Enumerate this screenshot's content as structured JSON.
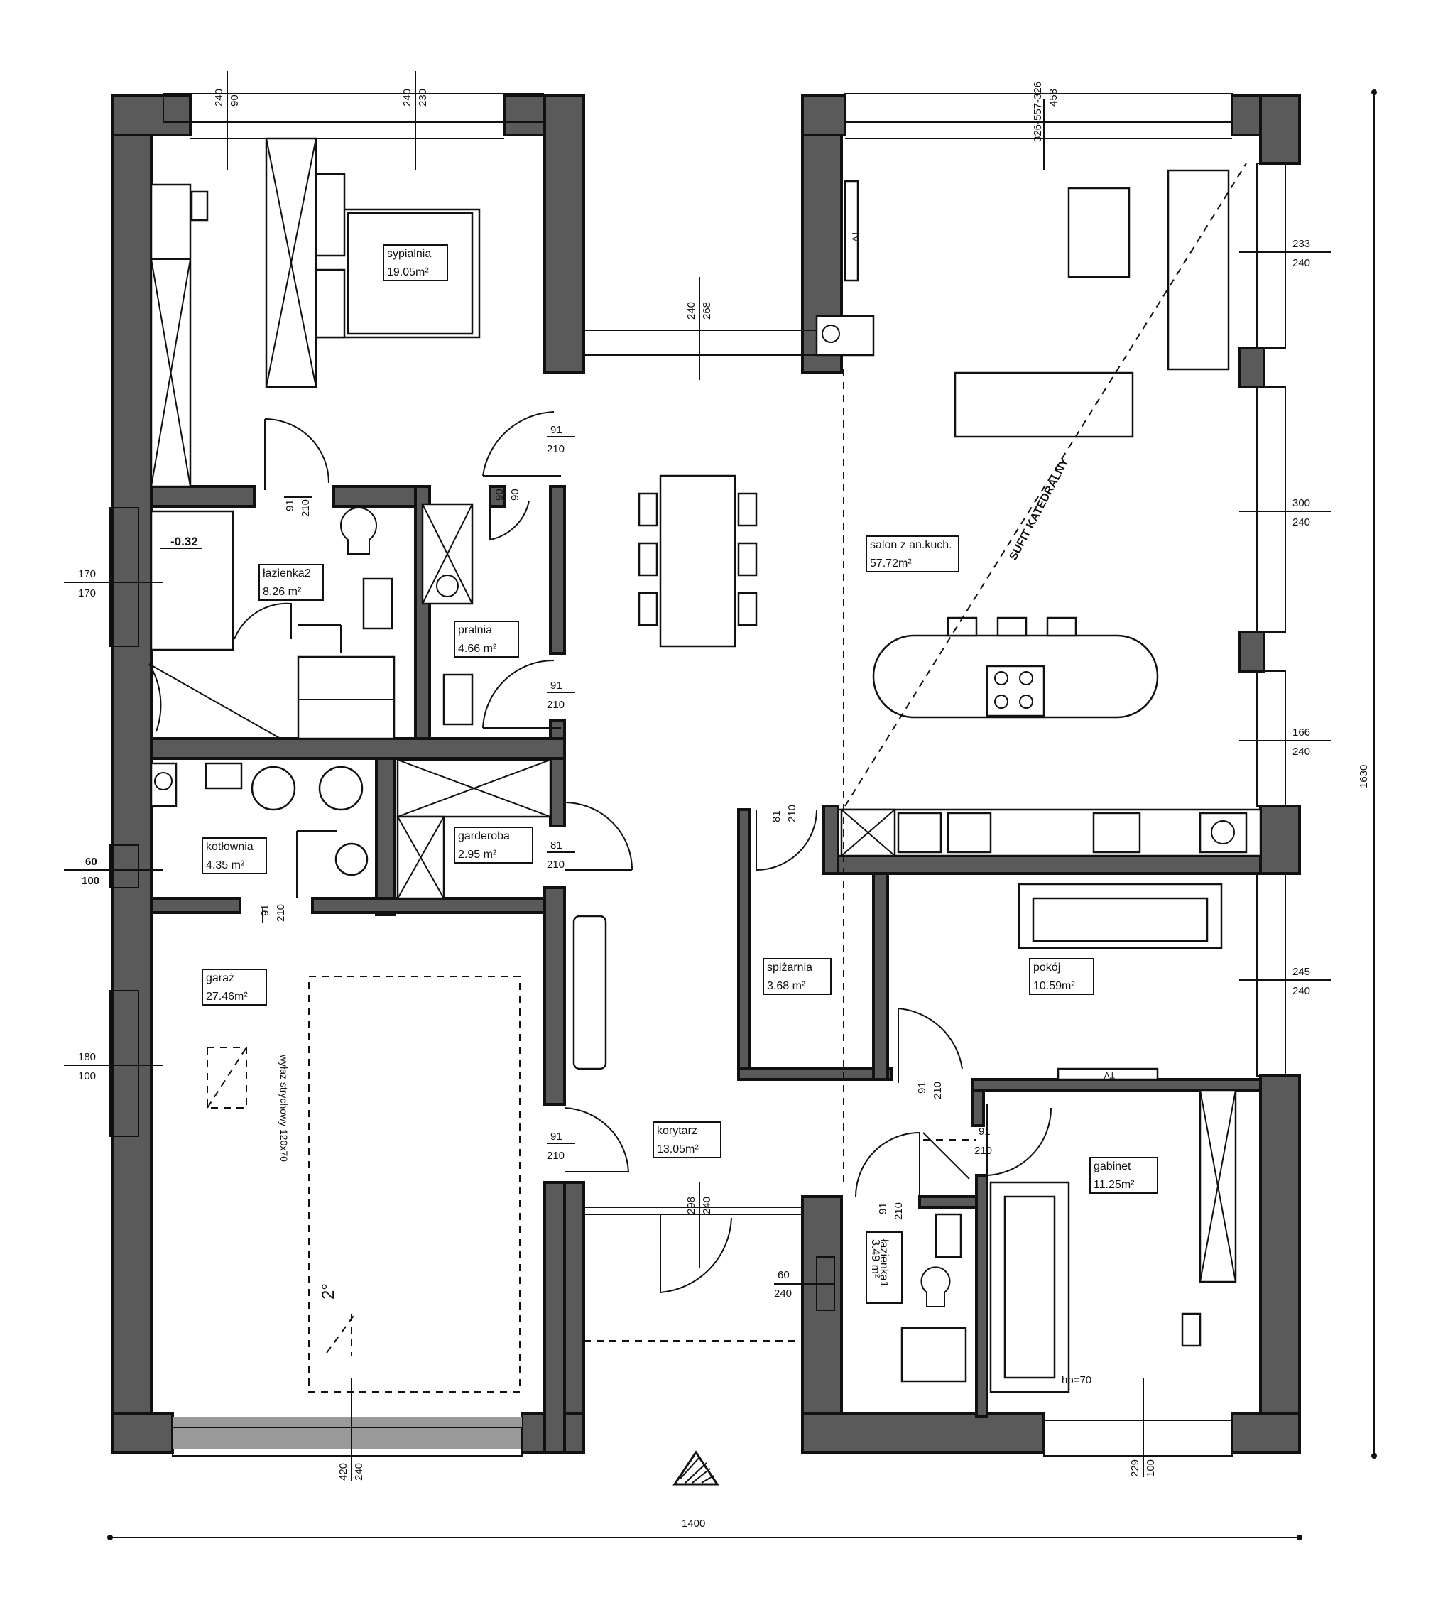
{
  "rooms": {
    "sypialnia": {
      "name": "sypialnia",
      "area": "19.05m²"
    },
    "lazienka2": {
      "name": "łazienka2",
      "area": "8.26 m²"
    },
    "pralnia": {
      "name": "pralnia",
      "area": "4.66 m²"
    },
    "kotlownia": {
      "name": "kotłownia",
      "area": "4.35 m²"
    },
    "garderoba": {
      "name": "garderoba",
      "area": "2.95 m²"
    },
    "garaz": {
      "name": "garaż",
      "area": "27.46m²"
    },
    "korytarz": {
      "name": "korytarz",
      "area": "13.05m²"
    },
    "salon": {
      "name": "salon z an.kuch.",
      "area": "57.72m²"
    },
    "spizarnia": {
      "name": "spiżarnia",
      "area": "3.68 m²"
    },
    "pokoj": {
      "name": "pokój",
      "area": "10.59m²"
    },
    "gabinet": {
      "name": "gabinet",
      "area": "11.25m²"
    },
    "lazienka1": {
      "name": "łazienka1",
      "area": "3.49 m²"
    }
  },
  "annotations": {
    "level": "-0.32",
    "ceiling": "SUFIT KATEDRALNY",
    "hatch": "wyłaz strychowy 120x70",
    "slope": "2°",
    "hp": "hp=70",
    "tv": "TV"
  },
  "dimensions": {
    "total_width": "1400",
    "total_height": "1630",
    "win_top_1": [
      "90",
      "240"
    ],
    "win_top_2": [
      "230",
      "240"
    ],
    "win_top_3": [
      "458",
      "326-557-326"
    ],
    "win_mid": [
      "268",
      "240"
    ],
    "win_left_1": [
      "170",
      "170"
    ],
    "win_left_2": [
      "60",
      "100"
    ],
    "win_left_3": [
      "180",
      "100"
    ],
    "win_right_1": [
      "233",
      "240"
    ],
    "win_right_2": [
      "300",
      "240"
    ],
    "win_right_3": [
      "166",
      "240"
    ],
    "win_right_4": [
      "245",
      "240"
    ],
    "win_bot_1": [
      "420",
      "240"
    ],
    "win_bot_2": [
      "298",
      "240"
    ],
    "win_bot_3": [
      "229",
      "100"
    ],
    "win_lazienka1": [
      "60",
      "240"
    ],
    "doors": [
      "91",
      "210",
      "81",
      "90"
    ]
  }
}
